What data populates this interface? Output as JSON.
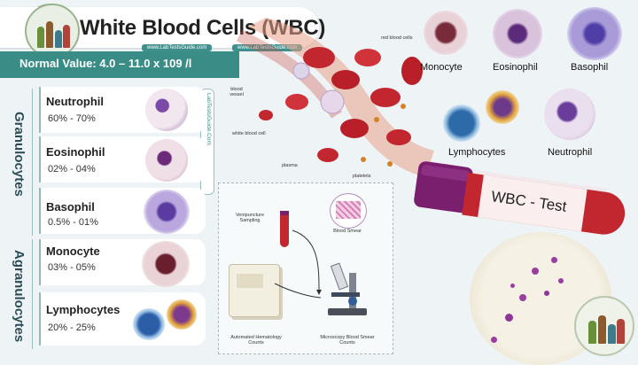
{
  "header": {
    "title": "White Blood Cells (WBC)",
    "site_tag_1": "www.LabTestsGuide.com",
    "site_tag_2": "www.LabTestsGuide.com"
  },
  "normal_value": "Normal Value:  4.0 – 11.0 x 109 /l",
  "watermark": "LabTestsGuide.Com",
  "groups": {
    "granulocytes": "Granulocytes",
    "agranulocytes": "Agranulocytes"
  },
  "cells": [
    {
      "name": "Neutrophil",
      "range": "60% - 70%"
    },
    {
      "name": "Eosinophil",
      "range": "02% - 04%"
    },
    {
      "name": "Basophil",
      "range": "0.5% - 01%"
    },
    {
      "name": "Monocyte",
      "range": "03% - 05%"
    },
    {
      "name": "Lymphocytes",
      "range": "20% - 25%"
    }
  ],
  "blood_vessel_labels": {
    "red_blood_cells": "red blood cells",
    "blood_vessel": "blood vessel",
    "white_blood_cell": "white blood cell",
    "plasma": "plasma",
    "platelets": "platelets"
  },
  "diagram": {
    "venipuncture": "Venipuncture Sampling",
    "blood_smear": "Blood Smear",
    "automated": "Automated Hematology Counts",
    "microscopy": "Microscopy Blood Smear Counts"
  },
  "gallery": {
    "monocyte": "Monocyte",
    "eosinophil": "Eosinophil",
    "basophil": "Basophil",
    "lymphocytes": "Lymphocytes",
    "neutrophil": "Neutrophil"
  },
  "tube_label": "WBC - Test",
  "colors": {
    "teal": "#3a8d86",
    "blood_red": "#c2262e",
    "tube_purple": "#7a1f6e",
    "cell_purple": "#6b3c9a"
  }
}
